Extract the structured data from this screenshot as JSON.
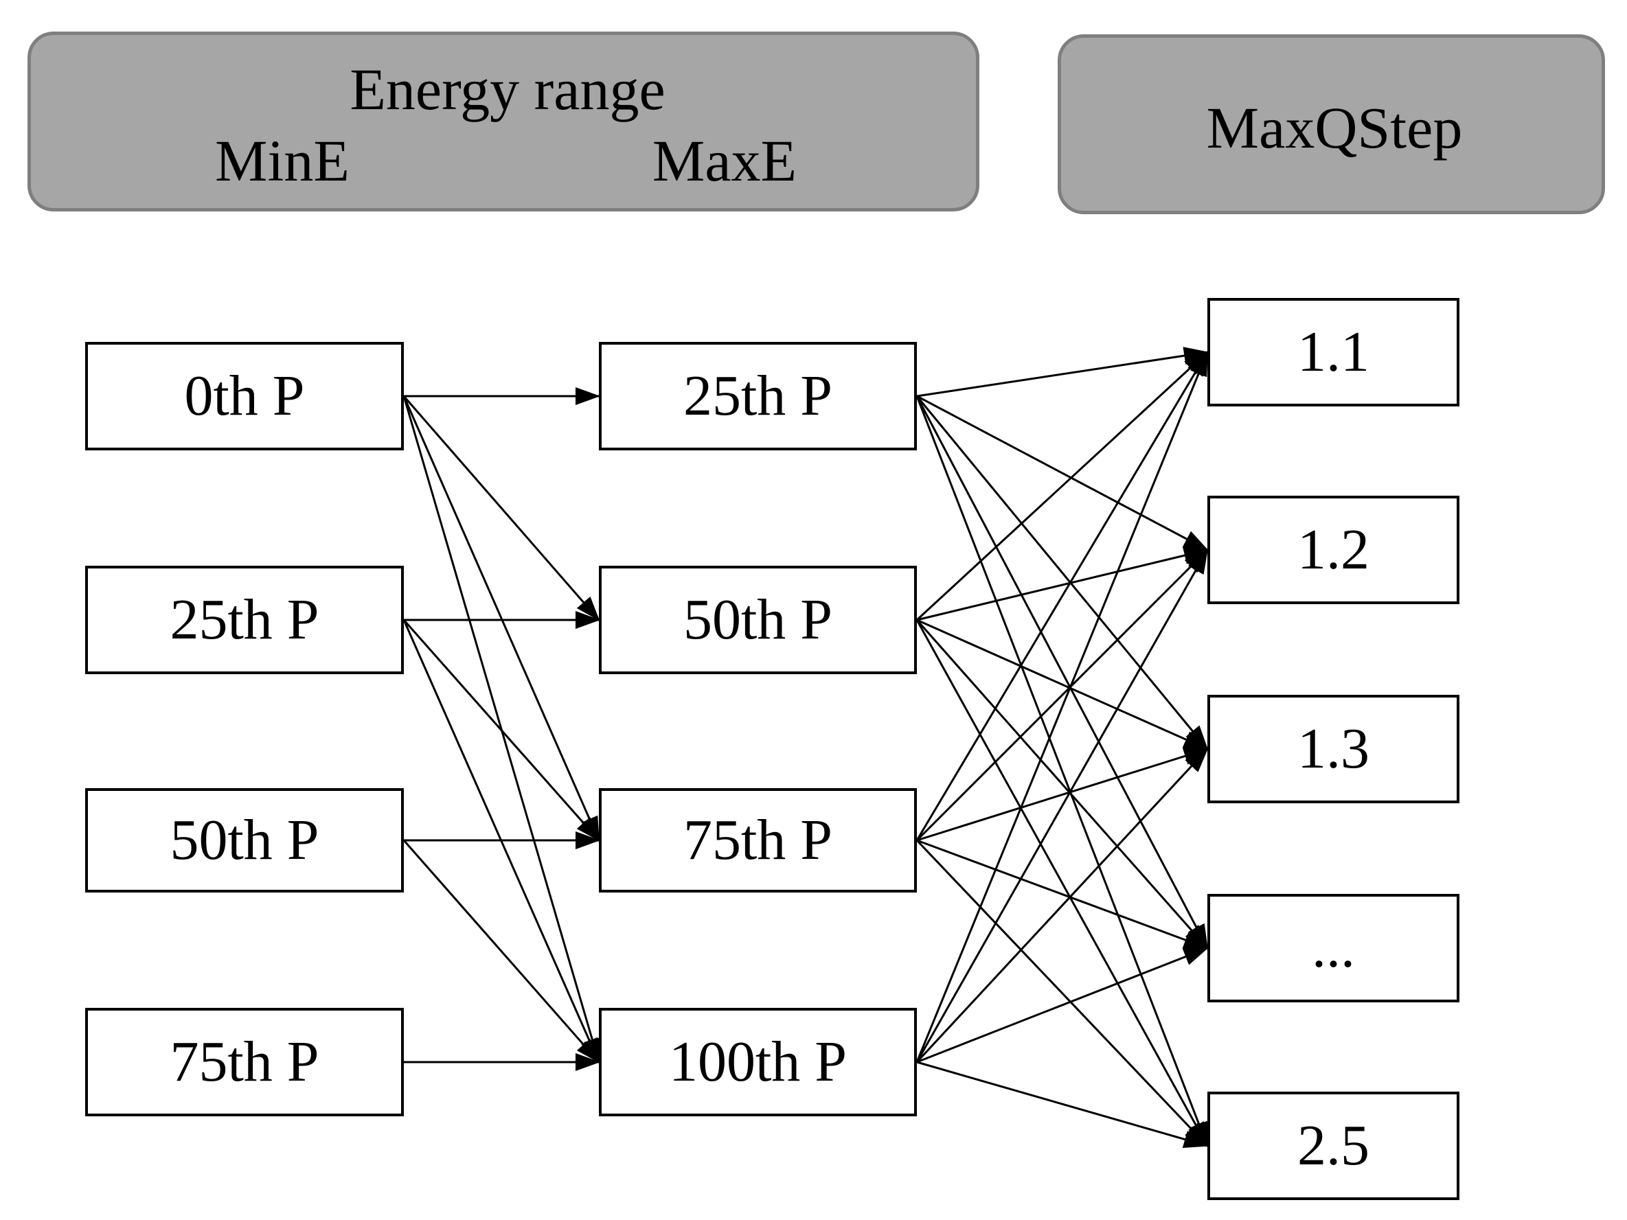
{
  "headers": {
    "energy_range": {
      "title": "Energy range",
      "min_label": "MinE",
      "max_label": "MaxE"
    },
    "maxqstep": {
      "title": "MaxQStep"
    }
  },
  "columns": {
    "min_e": [
      "0th P",
      "25th P",
      "50th P",
      "75th P"
    ],
    "max_e": [
      "25th P",
      "50th P",
      "75th P",
      "100th P"
    ],
    "maxqstep": [
      "1.1",
      "1.2",
      "1.3",
      "...",
      "2.5"
    ]
  },
  "edges": {
    "min_to_max": [
      [
        "0th P",
        "25th P"
      ],
      [
        "0th P",
        "50th P"
      ],
      [
        "0th P",
        "75th P"
      ],
      [
        "0th P",
        "100th P"
      ],
      [
        "25th P",
        "50th P"
      ],
      [
        "25th P",
        "75th P"
      ],
      [
        "25th P",
        "100th P"
      ],
      [
        "50th P",
        "75th P"
      ],
      [
        "50th P",
        "100th P"
      ],
      [
        "75th P",
        "100th P"
      ]
    ],
    "max_to_maxqstep": "all-to-all"
  },
  "colors": {
    "header_fill": "#a6a6a6",
    "header_border": "#7f7f7f",
    "node_border": "#000000",
    "edge": "#000000"
  }
}
